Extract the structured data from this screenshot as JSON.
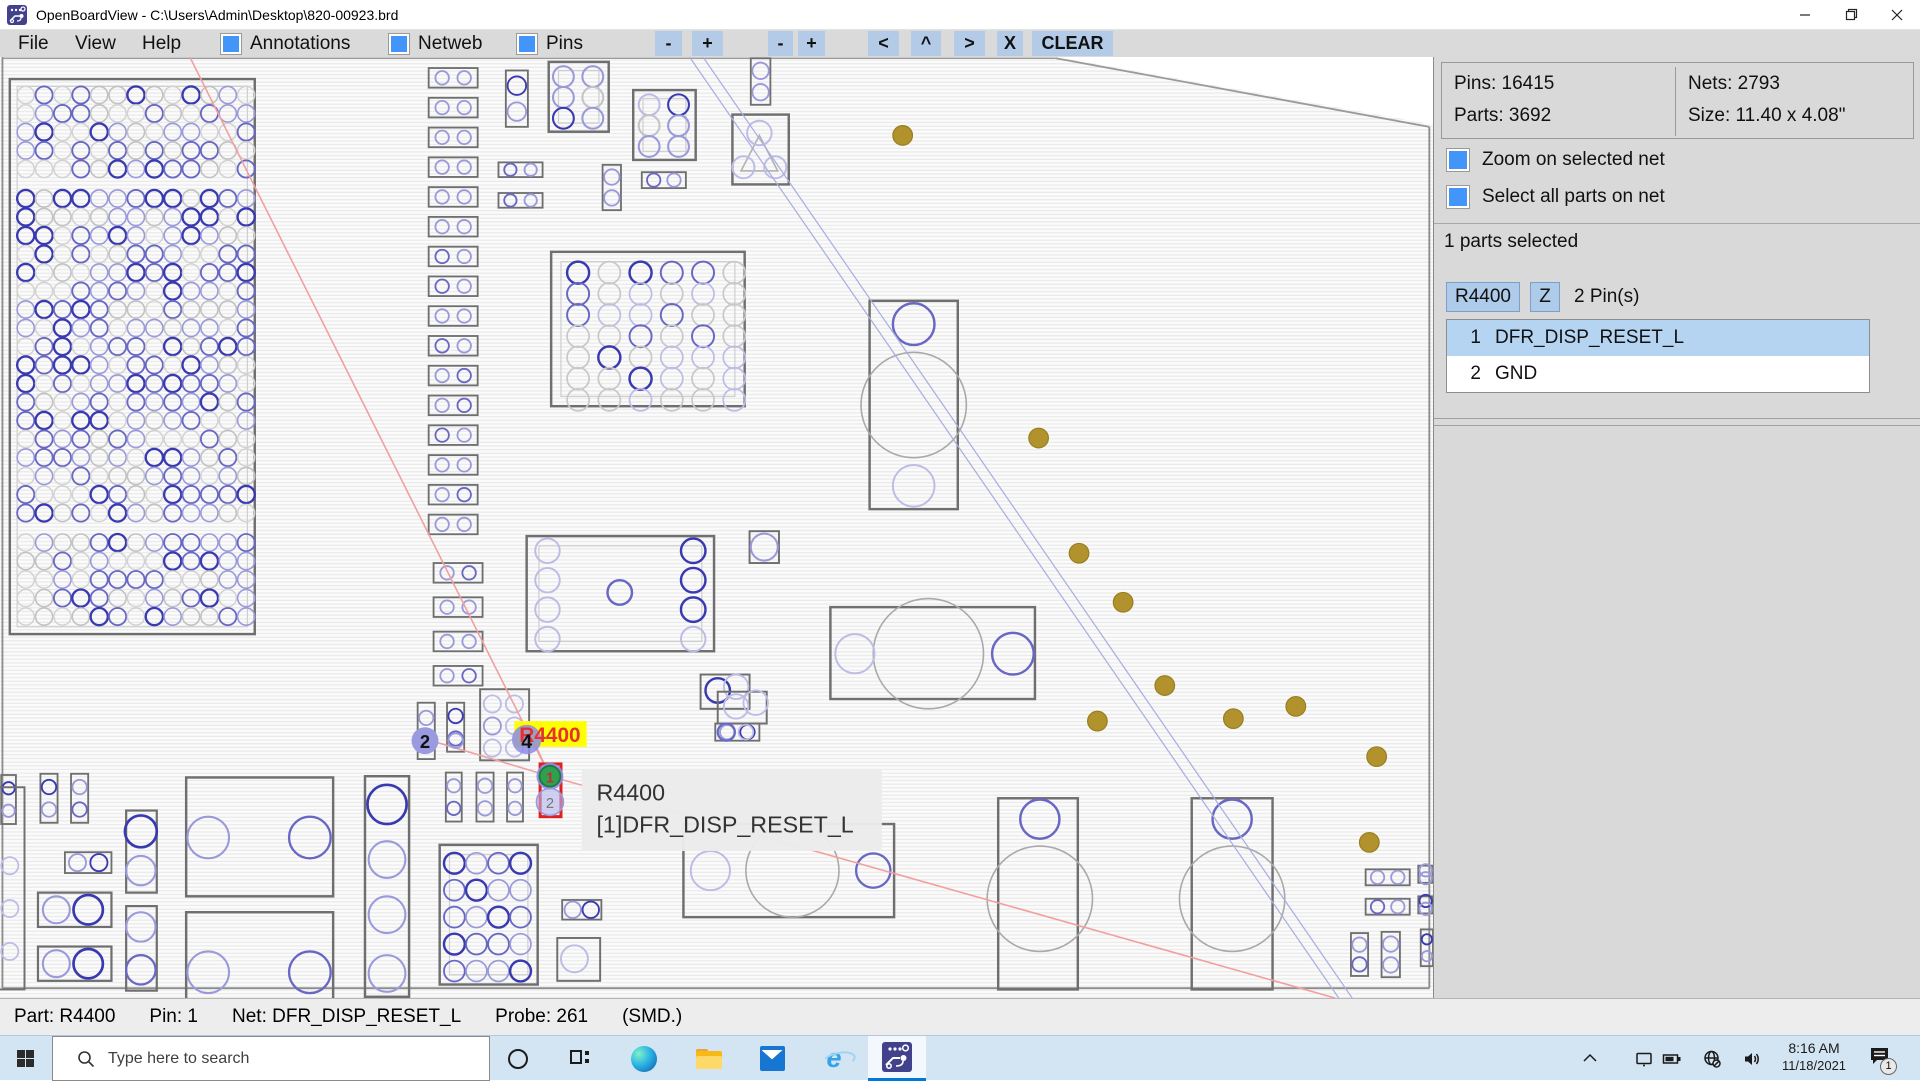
{
  "window": {
    "title": "OpenBoardView - C:\\Users\\Admin\\Desktop\\820-00923.brd"
  },
  "menubar": {
    "menus": [
      "File",
      "View",
      "Help"
    ],
    "toggles": [
      {
        "label": "Annotations",
        "checked": true
      },
      {
        "label": "Netweb",
        "checked": true
      },
      {
        "label": "Pins",
        "checked": true
      }
    ],
    "buttons": [
      "-",
      "+",
      "-",
      "+",
      "<",
      "^",
      ">",
      "X",
      "CLEAR"
    ]
  },
  "sidebar": {
    "stats": {
      "pins": "Pins: 16415",
      "parts": "Parts: 3692",
      "nets": "Nets: 2793",
      "size": "Size: 11.40 x 4.08\""
    },
    "options": [
      {
        "label": "Zoom on selected net",
        "checked": true
      },
      {
        "label": "Select all parts on net",
        "checked": true
      }
    ],
    "selection_status": "1 parts selected",
    "part_header": {
      "part_button": "R4400",
      "zoom_button": "Z",
      "pin_count": "2 Pin(s)"
    },
    "pin_list": [
      {
        "number": "1",
        "net": "DFR_DISP_RESET_L",
        "selected": true
      },
      {
        "number": "2",
        "net": "GND",
        "selected": false
      }
    ]
  },
  "board": {
    "highlight_label": "R4400",
    "marker_2": "2",
    "marker_4": "4",
    "pin1_label": "1",
    "pin2_label": "2",
    "tooltip": {
      "line1": "R4400",
      "line2": "[1]DFR_DISP_RESET_L"
    }
  },
  "statusbar": {
    "part": "Part: R4400",
    "pin": "Pin: 1",
    "net": "Net: DFR_DISP_RESET_L",
    "probe": "Probe: 261",
    "mount": "(SMD.)"
  },
  "taskbar": {
    "search_placeholder": "Type here to search",
    "tray": {
      "time": "8:16 AM",
      "date": "11/18/2021",
      "notification_count": "1"
    }
  },
  "colors": {
    "accent_blue": "#4296fa",
    "button_blue": "#b3cbe7",
    "selection_blue": "#b5d4f1",
    "gold_testpoint": "#b2922d",
    "net_pink": "#f0a0a0",
    "net_blue": "#a8aee0",
    "highlight_yellow": "#ffff00",
    "select_red": "#e02020",
    "pin_green": "#2fa052",
    "taskbar_accent": "#0078d7"
  }
}
